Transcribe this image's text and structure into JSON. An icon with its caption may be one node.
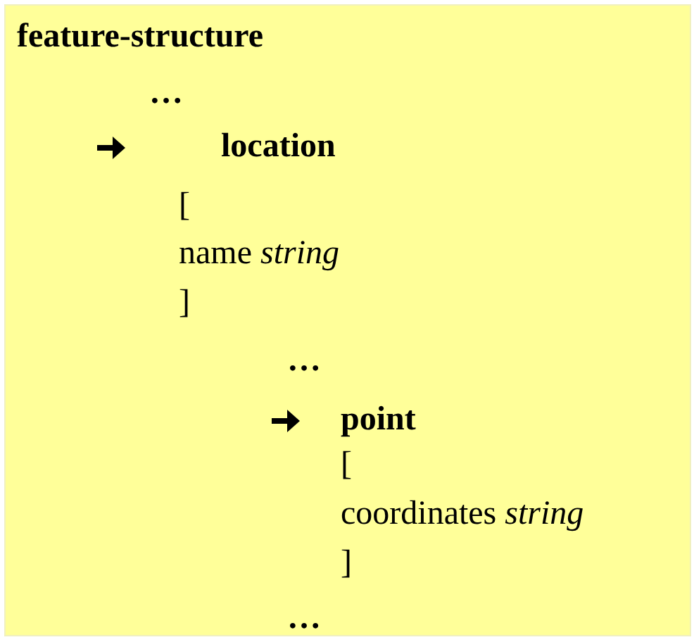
{
  "diagram": {
    "nodes": [
      {
        "text": [
          "feature-structure",
          "…",
          "location",
          "[",
          "name *string*",
          "]",
          "…",
          "point",
          "[",
          "coordinates *string*",
          "]",
          "…"
        ]
      }
    ]
  }
}
